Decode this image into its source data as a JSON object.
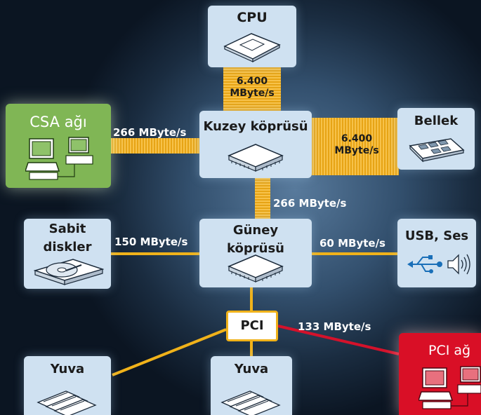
{
  "nodes": {
    "cpu": "CPU",
    "csa": "CSA ağı",
    "north_bridge": "Kuzey köprüsü",
    "memory": "Bellek",
    "hard_disks_line1": "Sabit",
    "hard_disks_line2": "diskler",
    "south_bridge_line1": "Güney",
    "south_bridge_line2": "köprüsü",
    "usb_audio": "USB, Ses",
    "pci": "PCI",
    "pci_network": "PCI ağ",
    "slot_left": "Yuva",
    "slot_center": "Yuva"
  },
  "links": {
    "cpu_north_line1": "6.400",
    "cpu_north_line2": "MByte/s",
    "csa_north": "266 MByte/s",
    "north_memory_line1": "6.400",
    "north_memory_line2": "MByte/s",
    "north_south": "266 MByte/s",
    "disks_south": "150 MByte/s",
    "south_usb": "60 MByte/s",
    "pci_network": "133 MByte/s"
  },
  "colors": {
    "bus": "#f2b320",
    "pci_line": "#f0b21a",
    "pci_network_line": "#d4122b",
    "node_fill": "#cfe1f1",
    "csa_fill": "#80b655",
    "pci_network_fill": "#d90f26"
  }
}
